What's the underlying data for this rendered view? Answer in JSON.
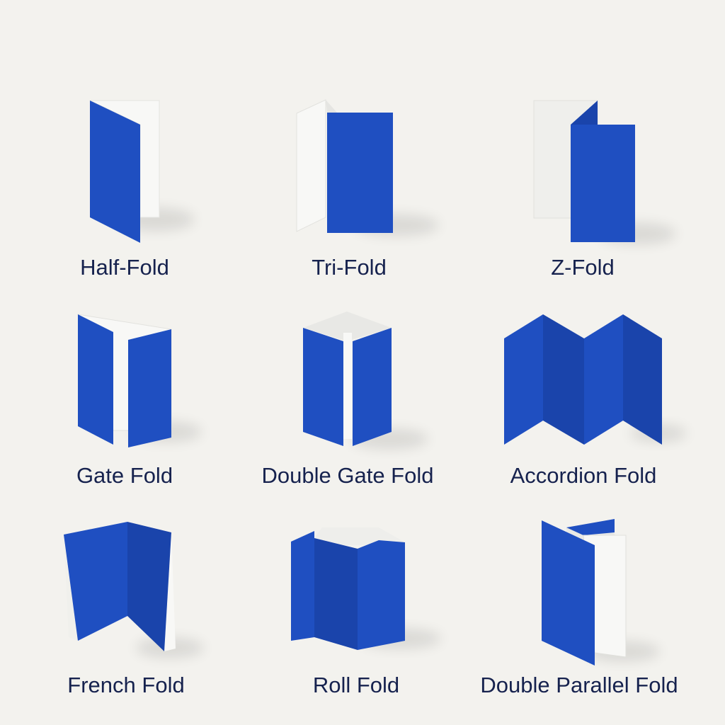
{
  "colors": {
    "background": "#f3f2ee",
    "panel_blue": "#1f4fc1",
    "panel_blue_dark": "#1a44ab",
    "panel_white": "#f8f8f6",
    "panel_white_shade": "#e5e5e2",
    "label": "#16224e"
  },
  "folds": [
    {
      "label": "Half-Fold",
      "icon": "half-fold-icon"
    },
    {
      "label": "Tri-Fold",
      "icon": "tri-fold-icon"
    },
    {
      "label": "Z-Fold",
      "icon": "z-fold-icon"
    },
    {
      "label": "Gate Fold",
      "icon": "gate-fold-icon"
    },
    {
      "label": "Double Gate Fold",
      "icon": "double-gate-fold-icon"
    },
    {
      "label": "Accordion Fold",
      "icon": "accordion-fold-icon"
    },
    {
      "label": "French Fold",
      "icon": "french-fold-icon"
    },
    {
      "label": "Roll Fold",
      "icon": "roll-fold-icon"
    },
    {
      "label": "Double Parallel Fold",
      "icon": "double-parallel-fold-icon"
    }
  ]
}
